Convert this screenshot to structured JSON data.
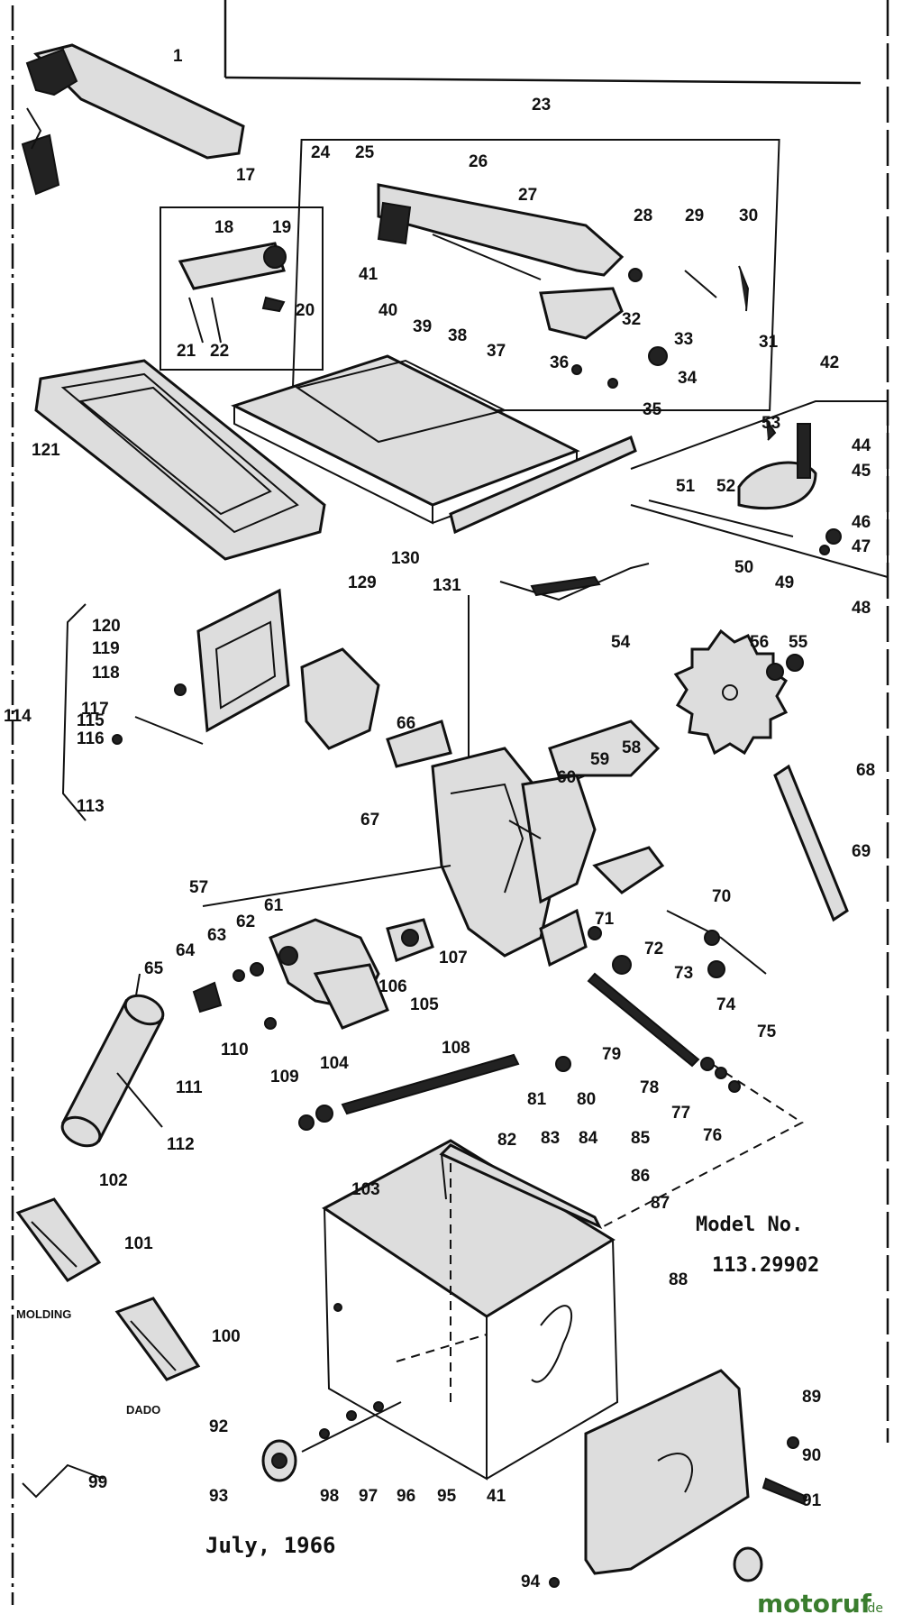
{
  "model_label": "Model No.",
  "model_number": "113.29902",
  "date": "July, 1966",
  "watermark": {
    "main": "motoruf",
    "suffix": ".de"
  },
  "captions": {
    "molding": "MOLDING",
    "dado": "DADO",
    "frame_mark": "41"
  },
  "part_numbers": [
    "1",
    "17",
    "18",
    "19",
    "20",
    "21",
    "22",
    "23",
    "24",
    "25",
    "26",
    "27",
    "28",
    "29",
    "30",
    "31",
    "32",
    "33",
    "34",
    "35",
    "36",
    "37",
    "38",
    "39",
    "40",
    "41",
    "42",
    "44",
    "45",
    "46",
    "47",
    "48",
    "49",
    "50",
    "51",
    "52",
    "53",
    "54",
    "55",
    "56",
    "57",
    "58",
    "59",
    "60",
    "61",
    "62",
    "63",
    "64",
    "65",
    "66",
    "67",
    "68",
    "69",
    "70",
    "71",
    "72",
    "73",
    "74",
    "75",
    "76",
    "77",
    "78",
    "79",
    "80",
    "81",
    "82",
    "83",
    "84",
    "85",
    "86",
    "87",
    "88",
    "89",
    "90",
    "91",
    "92",
    "93",
    "94",
    "95",
    "96",
    "97",
    "98",
    "99",
    "100",
    "101",
    "102",
    "103",
    "104",
    "105",
    "106",
    "107",
    "108",
    "109",
    "110",
    "111",
    "112",
    "113",
    "114",
    "115",
    "116",
    "117",
    "118",
    "119",
    "120",
    "121",
    "129",
    "130",
    "131"
  ],
  "colors": {
    "ink": "#111111",
    "watermark": "#3a7d2e",
    "paper": "#ffffff"
  }
}
